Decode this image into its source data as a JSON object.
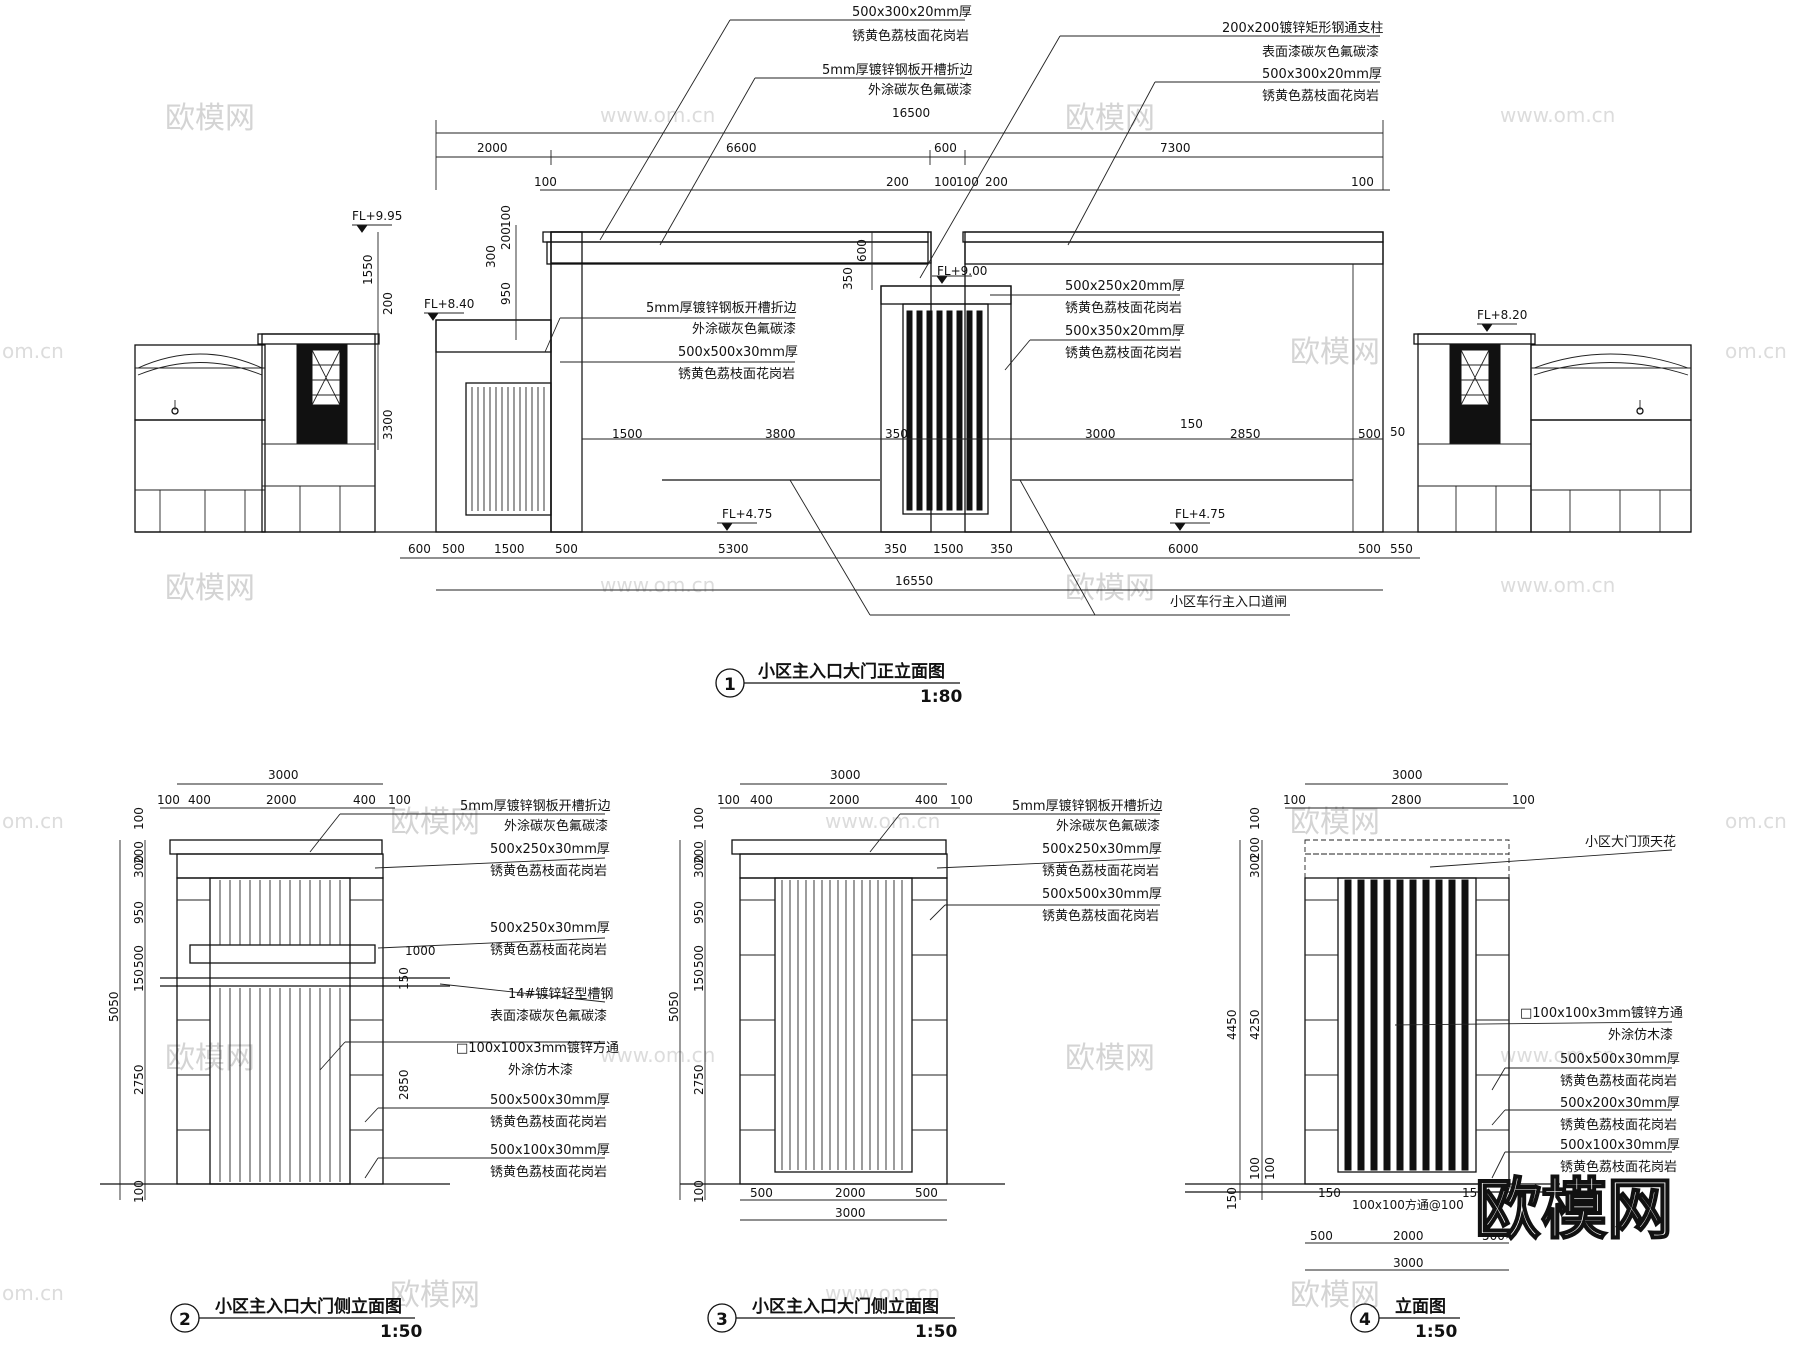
{
  "views": {
    "front": {
      "number": "1",
      "title": "小区主入口大门正立面图",
      "scale": "1:80",
      "top_dims": [
        "16500",
        "2000",
        "6600",
        "600",
        "7300",
        "100",
        "200",
        "100",
        "100",
        "200",
        "100"
      ],
      "bottom_dims": [
        "600",
        "500",
        "1500",
        "500",
        "5300",
        "350",
        "1500",
        "350",
        "6000",
        "500",
        "550",
        "16550"
      ],
      "mid_dims": [
        "1500",
        "3800",
        "350",
        "3000",
        "150",
        "2850",
        "500",
        "50"
      ],
      "vert_dims": [
        "1550",
        "200",
        "3300",
        "100",
        "200",
        "300",
        "950",
        "600",
        "350"
      ],
      "levels": [
        "FL+9.95",
        "FL+8.40",
        "FL+9.00",
        "FL+8.20",
        "FL+4.75",
        "FL+4.75"
      ],
      "notes": [
        "500x300x20mm厚",
        "锈黄色荔枝面花岗岩",
        "5mm厚镀锌钢板开槽折边",
        "外涂碳灰色氟碳漆",
        "200x200镀锌矩形钢通支柱",
        "表面漆碳灰色氟碳漆",
        "500x300x20mm厚",
        "锈黄色荔枝面花岗岩",
        "5mm厚镀锌钢板开槽折边",
        "外涂碳灰色氟碳漆",
        "500x500x30mm厚",
        "锈黄色荔枝面花岗岩",
        "500x250x20mm厚",
        "锈黄色荔枝面花岗岩",
        "500x350x20mm厚",
        "锈黄色荔枝面花岗岩",
        "小区车行主入口道闸"
      ]
    },
    "side2": {
      "number": "2",
      "title": "小区主入口大门侧立面图",
      "scale": "1:50",
      "dims": [
        "3000",
        "100",
        "400",
        "2000",
        "400",
        "100",
        "1000",
        "100",
        "200",
        "300",
        "950",
        "500",
        "150",
        "5050",
        "2750",
        "2850",
        "100",
        "150"
      ],
      "notes": [
        "5mm厚镀锌钢板开槽折边",
        "外涂碳灰色氟碳漆",
        "500x250x30mm厚",
        "锈黄色荔枝面花岗岩",
        "500x250x30mm厚",
        "锈黄色荔枝面花岗岩",
        "14#镀锌轻型槽钢",
        "表面漆碳灰色氟碳漆",
        "□100x100x3mm镀锌方通",
        "外涂仿木漆",
        "500x500x30mm厚",
        "锈黄色荔枝面花岗岩",
        "500x100x30mm厚",
        "锈黄色荔枝面花岗岩"
      ]
    },
    "side3": {
      "number": "3",
      "title": "小区主入口大门侧立面图",
      "scale": "1:50",
      "dims": [
        "3000",
        "100",
        "400",
        "2000",
        "400",
        "100",
        "100",
        "200",
        "300",
        "950",
        "500",
        "150",
        "5050",
        "2750",
        "100",
        "500",
        "2000",
        "500",
        "3000"
      ],
      "notes": [
        "5mm厚镀锌钢板开槽折边",
        "外涂碳灰色氟碳漆",
        "500x250x30mm厚",
        "锈黄色荔枝面花岗岩",
        "500x500x30mm厚",
        "锈黄色荔枝面花岗岩"
      ]
    },
    "elev4": {
      "number": "4",
      "title": "立面图",
      "scale": "1:50",
      "dims": [
        "3000",
        "100",
        "2800",
        "100",
        "100",
        "200",
        "300",
        "4450",
        "4250",
        "100",
        "100",
        "150",
        "150",
        "100x100方通@100",
        "150",
        "500",
        "2000",
        "500",
        "3000"
      ],
      "notes": [
        "小区大门顶天花",
        "□100x100x3mm镀锌方通",
        "外涂仿木漆",
        "500x500x30mm厚",
        "锈黄色荔枝面花岗岩",
        "500x200x30mm厚",
        "锈黄色荔枝面花岗岩",
        "500x100x30mm厚",
        "锈黄色荔枝面花岗岩"
      ]
    }
  },
  "watermarks": {
    "brand": "欧模网",
    "url": "www.om.cn",
    "url_short": "om.cn",
    "logo": "欧模网"
  }
}
